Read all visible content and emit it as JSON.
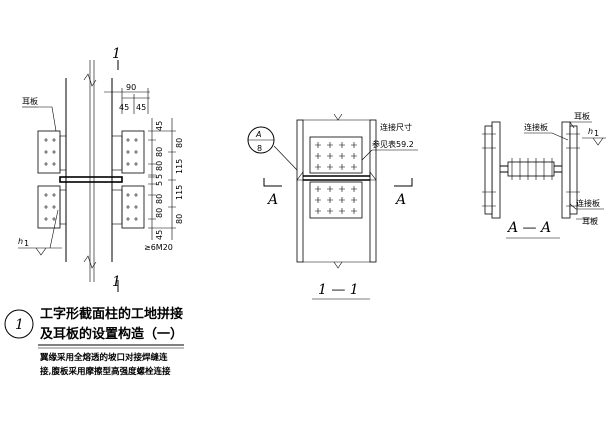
{
  "detail1": {
    "cut_marks": [
      "1",
      "1"
    ],
    "ear_plate_label": "耳板",
    "bolt_note": "≥6M20",
    "top_dims": [
      "90",
      "45",
      "45"
    ],
    "right_dims": [
      "45",
      "80",
      "80",
      "5",
      "5",
      "80",
      "80",
      "45"
    ],
    "outer_dims": [
      "80",
      "115",
      "115",
      "80"
    ],
    "elev_mark": "h",
    "elev_sub": "1"
  },
  "section11": {
    "callout_letter": "A",
    "callout_number": "8",
    "note_line1": "连接尺寸",
    "note_line2": "参见表59.2",
    "cut_marks": [
      "A",
      "A"
    ],
    "caption": "1 — 1"
  },
  "sectionAA": {
    "connecting_plate_top": "连接板",
    "connecting_plate_bottom": "连接板",
    "ear_plate_top": "耳板",
    "ear_plate_bottom": "耳板",
    "elev_mark": "h",
    "elev_sub": "1",
    "caption": "A — A"
  },
  "title_block": {
    "number": "1",
    "title_line1": "工字形截面柱的工地拼接",
    "title_line2": "及耳板的设置构造（一）",
    "note_line1": "翼缘采用全熔透的坡口对接焊缝连",
    "note_line2": "接,腹板采用摩擦型高强度螺栓连接"
  }
}
